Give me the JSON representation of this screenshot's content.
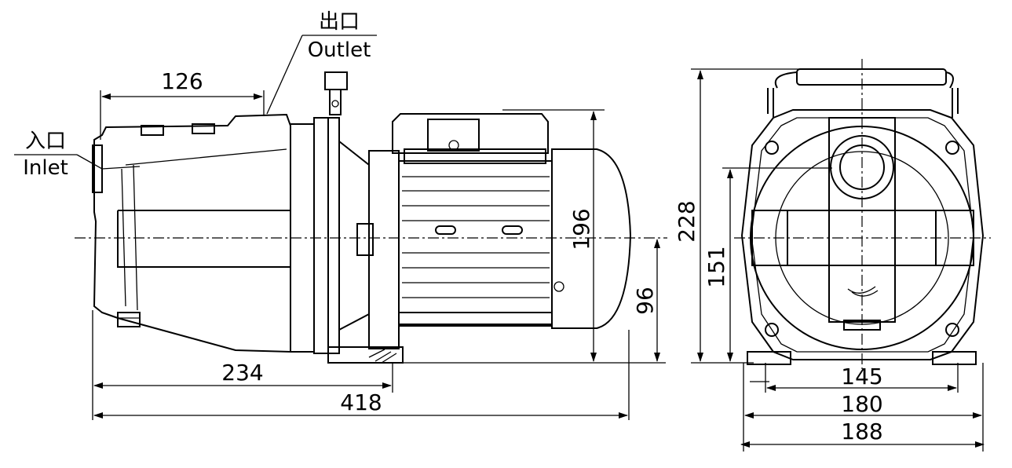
{
  "labels": {
    "outlet_cn": "出口",
    "outlet_en": "Outlet",
    "inlet_cn": "入口",
    "inlet_en": "Inlet"
  },
  "dimensions": {
    "d126": "126",
    "d234": "234",
    "d418": "418",
    "d196": "196",
    "d96": "96",
    "d228": "228",
    "d151": "151",
    "d145": "145",
    "d180": "180",
    "d188": "188"
  }
}
